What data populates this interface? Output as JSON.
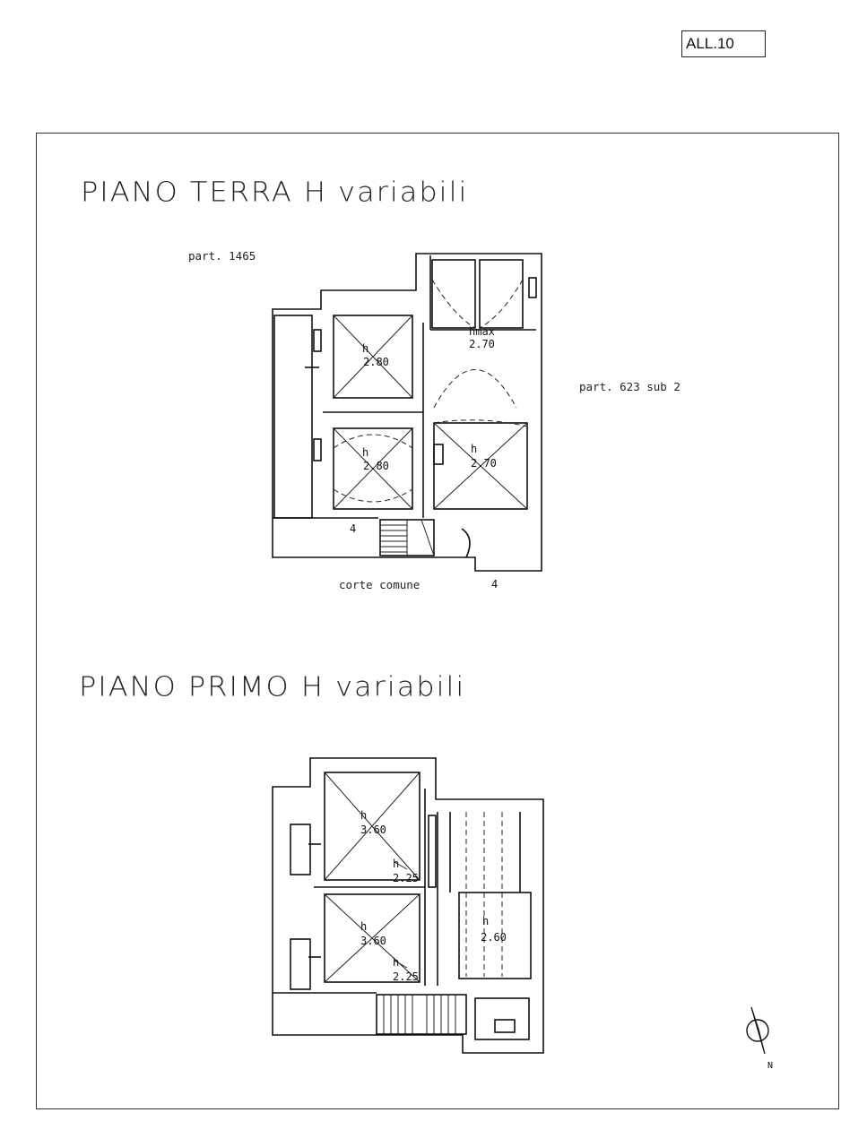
{
  "annex_label": "ALL.10",
  "ground_floor": {
    "title": "PIANO TERRA H variabili",
    "parcel_left": "part. 1465",
    "parcel_right": "part. 623 sub 2",
    "courtyard": "corte comune",
    "section_mark_1": "4",
    "section_mark_2": "4",
    "rooms": [
      {
        "h_label": "h",
        "value": "2.80"
      },
      {
        "h_label": "hmax",
        "value": "2.70"
      },
      {
        "h_label": "h",
        "value": "2.80"
      },
      {
        "h_label": "h",
        "value": "2.70"
      }
    ]
  },
  "first_floor": {
    "title": "PIANO PRIMO H variabili",
    "rooms": [
      {
        "h_label": "h",
        "value": "3.60"
      },
      {
        "h_label": "h",
        "value": "2.25"
      },
      {
        "h_label": "h",
        "value": "3.60"
      },
      {
        "h_label": "h",
        "value": "2.25"
      },
      {
        "h_label": "h",
        "value": "2.60"
      }
    ]
  },
  "north_symbol": "N"
}
